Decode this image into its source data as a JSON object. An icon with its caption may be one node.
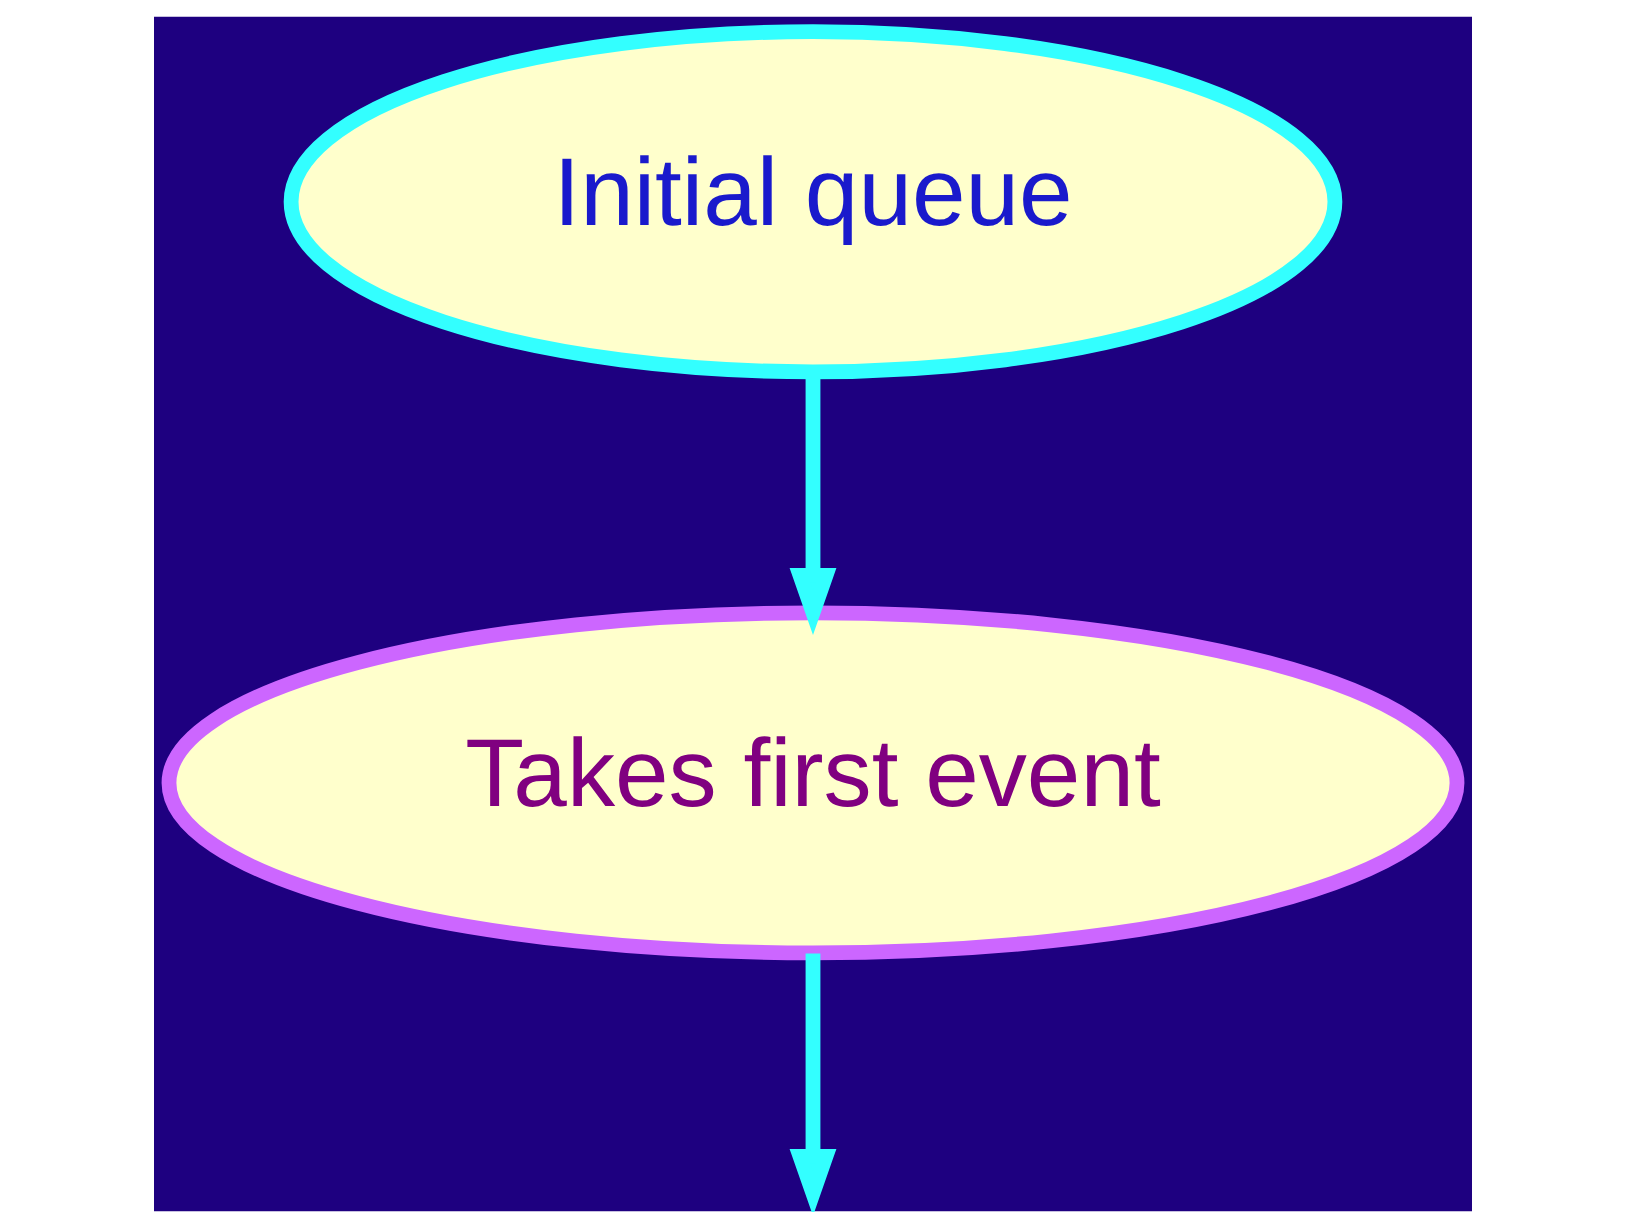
{
  "diagram": {
    "nodes": [
      {
        "text": [
          "Initial queue"
        ]
      },
      {
        "text": [
          "Takes first event"
        ]
      }
    ],
    "edges": [
      {
        "from": 0,
        "to": 1,
        "arrow": "to"
      },
      {
        "from": 1,
        "to": null,
        "arrow": "to"
      }
    ]
  }
}
